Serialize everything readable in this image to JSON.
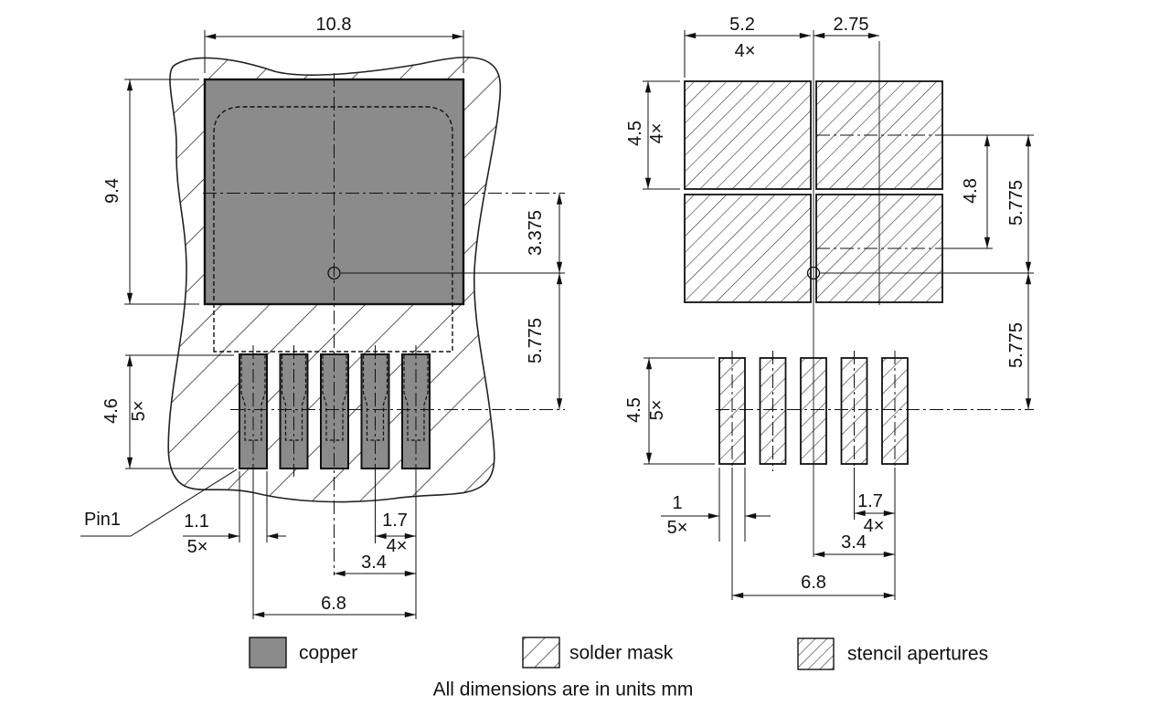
{
  "note": "All dimensions are in units mm",
  "colors": {
    "copper": "#8b8b8b",
    "line": "#111111",
    "background": "#ffffff"
  },
  "legend": {
    "copper": "copper",
    "solder_mask": "solder mask",
    "stencil": "stencil apertures"
  },
  "left_view": {
    "pad_width": "10.8",
    "pad_height": "9.4",
    "pin_length": "4.6",
    "pin_length_qty": "5×",
    "pin1": "Pin1",
    "pin_width": "1.1",
    "pin_width_qty": "5×",
    "pin_pitch": "1.7",
    "pin_pitch_qty": "4×",
    "pitch_double": "3.4",
    "pin_span": "6.8",
    "pad_center_offset": "3.375",
    "pin_row_offset": "5.775"
  },
  "right_view": {
    "aperture_width": "5.2",
    "aperture_width_qty": "4×",
    "aperture_col_offset": "2.75",
    "aperture_height": "4.5",
    "aperture_height_qty": "4×",
    "aperture_row_spacing": "4.8",
    "row_offset_top": "5.775",
    "row_offset_bottom": "5.775",
    "pin_aperture_length": "4.5",
    "pin_aperture_length_qty": "5×",
    "pin_aperture_width": "1",
    "pin_aperture_width_qty": "5×",
    "pin_pitch": "1.7",
    "pin_pitch_qty": "4×",
    "pitch_double": "3.4",
    "pin_span": "6.8"
  }
}
